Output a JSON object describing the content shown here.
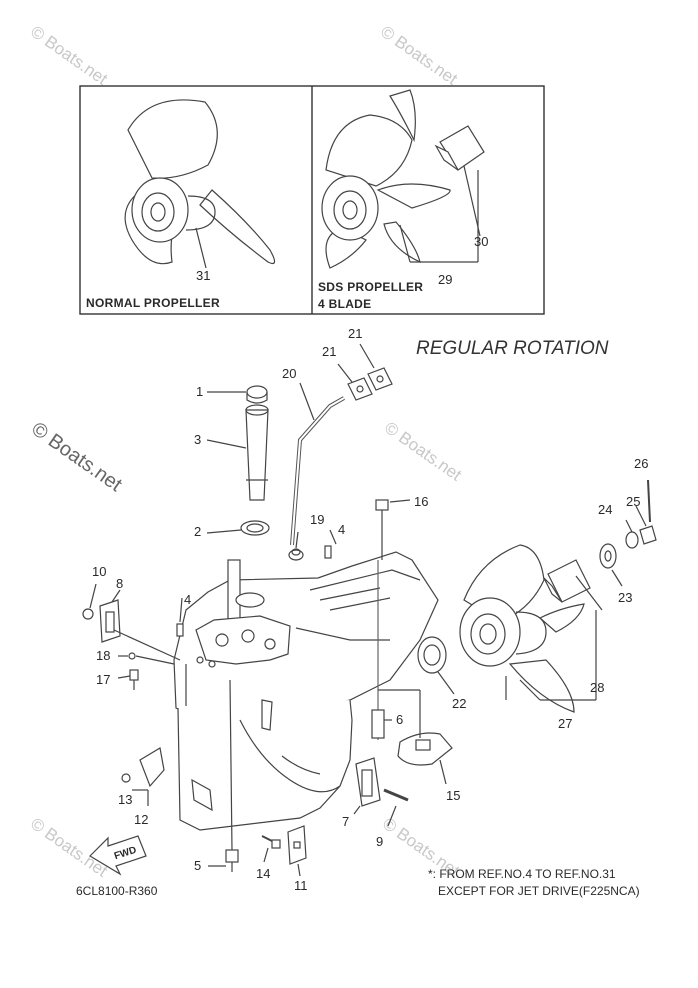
{
  "watermark": "© Boats.net",
  "title": "REGULAR ROTATION",
  "inset": {
    "normal_label": "NORMAL PROPELLER",
    "sds_label_1": "SDS PROPELLER",
    "sds_label_2": "4 BLADE"
  },
  "part_labels": [
    "1",
    "2",
    "3",
    "4",
    "4",
    "5",
    "6",
    "7",
    "8",
    "9",
    "10",
    "11",
    "12",
    "13",
    "14",
    "15",
    "16",
    "17",
    "18",
    "19",
    "20",
    "21",
    "21",
    "22",
    "23",
    "24",
    "25",
    "26",
    "27",
    "28",
    "29",
    "30",
    "31"
  ],
  "fwd_label": "FWD",
  "note_line_1": "*: FROM REF.NO.4 TO REF.NO.31",
  "note_line_2": "EXCEPT FOR JET DRIVE(F225NCA)",
  "diagram_code": "6CL8100-R360"
}
